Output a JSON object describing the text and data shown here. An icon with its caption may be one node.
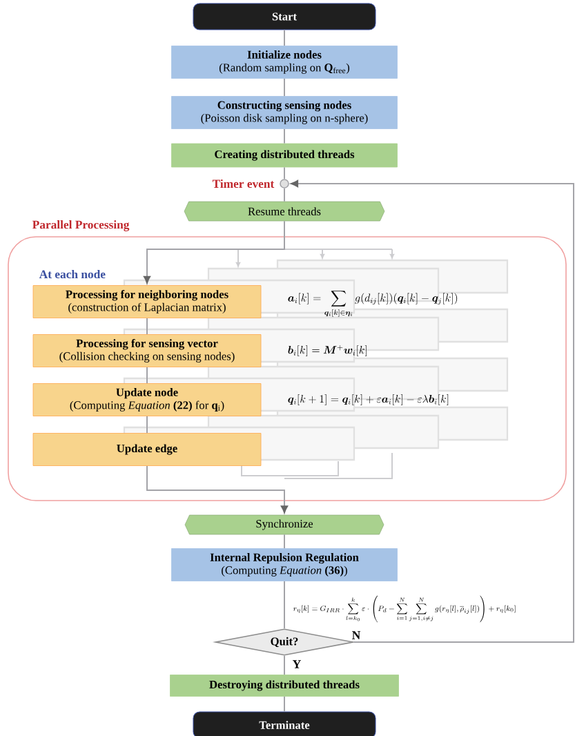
{
  "diagram": {
    "nodes": [
      {
        "text": [
          "Start"
        ]
      },
      {
        "text": [
          "Initialize nodes",
          "(Random sampling on **Q**$_{free}$)"
        ]
      },
      {
        "text": [
          "Constructing sensing nodes",
          "(Poisson disk sampling on n-sphere)"
        ]
      },
      {
        "text": [
          "Creating distributed threads"
        ]
      },
      {
        "text": [],
        "shape": "circle",
        "beside": [
          "Timer event"
        ]
      },
      {
        "text": [
          "Resume threads"
        ]
      },
      {
        "text": [
          "Parallel Processing"
        ]
      },
      {
        "text": [
          "Processing for neighboring nodes",
          "(construction of Laplacian matrix)"
        ],
        "in": 6
      },
      {
        "text": [
          "Processing for sensing vector",
          "(Collision checking on sensing nodes)"
        ],
        "in": 6
      },
      {
        "text": [
          "Update node",
          "(Computing *Equation* **(22)** for **q**$_{i}$)"
        ],
        "in": 6
      },
      {
        "text": [
          "Update edge"
        ],
        "in": 6
      },
      {
        "text": [
          "Synchronize"
        ]
      },
      {
        "text": [
          "Internal Repulsion Regulation",
          "(Computing *Equation* **(36)**)"
        ]
      },
      {
        "text": [
          "Quit?"
        ]
      },
      {
        "text": [
          "Destroying distributed threads"
        ]
      },
      {
        "text": [
          "Terminate"
        ]
      }
    ],
    "edges": [
      {
        "from": 0,
        "to": 1,
        "arrow": "none"
      },
      {
        "from": 1,
        "to": 2,
        "arrow": "none"
      },
      {
        "from": 2,
        "to": 3,
        "arrow": "none"
      },
      {
        "from": 3,
        "to": 4,
        "arrow": "none"
      },
      {
        "from": 4,
        "to": 5,
        "arrow": "none"
      },
      {
        "from": 5,
        "to": 7,
        "arrow": "to"
      },
      {
        "from": 7,
        "to": 8,
        "arrow": "none"
      },
      {
        "from": 8,
        "to": 9,
        "arrow": "none"
      },
      {
        "from": 9,
        "to": 10,
        "arrow": "none"
      },
      {
        "from": 10,
        "to": 11,
        "arrow": "to"
      },
      {
        "from": 11,
        "to": 12,
        "arrow": "none"
      },
      {
        "from": 12,
        "to": 13,
        "arrow": "none"
      },
      {
        "from": 13,
        "to": 14,
        "arrow": "none",
        "label": "Y"
      },
      {
        "from": 14,
        "to": 15,
        "arrow": "none"
      },
      {
        "from": 13,
        "to": 4,
        "arrow": "to",
        "label": "N"
      }
    ],
    "labels": [
      "At each node",
      "\\boldsymbol{a}_i[k] = \\sum_{\\boldsymbol{q}_i[k]\\in\\boldsymbol{\\eta}_i} g(d_{ij}[k])(\\boldsymbol{q}_i[k]-\\boldsymbol{q}_j[k])",
      "\\boldsymbol{b}_i[k] = \\boldsymbol{M}^{+}\\boldsymbol{w}_i[k]",
      "\\boldsymbol{q}_i[k+1] = \\boldsymbol{q}_i[k] + \\varepsilon\\boldsymbol{a}_i[k] - \\varepsilon\\lambda\\boldsymbol{b}_i[k]",
      "r_\\eta[k] = G_{IRR}\\cdot\\sum_{l=k_0}^{k}\\varepsilon\\cdot\\left(P_d-\\sum_{i=1}^{N}\\sum_{j=1,i\\neq j}^{N} g(r_\\eta[l],\\overline{\\rho}_{ij}[l])\\right)+r_\\eta[k_0]"
    ]
  }
}
